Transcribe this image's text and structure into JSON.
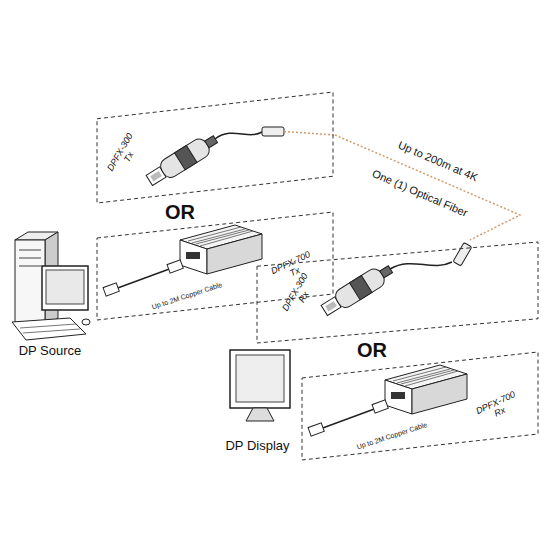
{
  "diagram": {
    "nodes": [
      {
        "text": [
          "DP Source"
        ]
      },
      {
        "text": [
          "DPFX-300 Tx"
        ]
      },
      {
        "text": [
          "DPFX-700 Tx",
          "Up to 2M Copper Cable"
        ]
      },
      {
        "text": [
          "DPFX-300 Rx"
        ]
      },
      {
        "text": [
          "DPFX-700 Rx",
          "Up to 2M Copper Cable"
        ]
      },
      {
        "text": [
          "DP Display"
        ]
      }
    ],
    "edges": [
      {
        "from": 1,
        "to": 3,
        "arrow": "none",
        "label": "Up to 200m at 4K"
      }
    ],
    "labels": [
      "OR",
      "One (1) Optical Fiber",
      "OR"
    ]
  }
}
